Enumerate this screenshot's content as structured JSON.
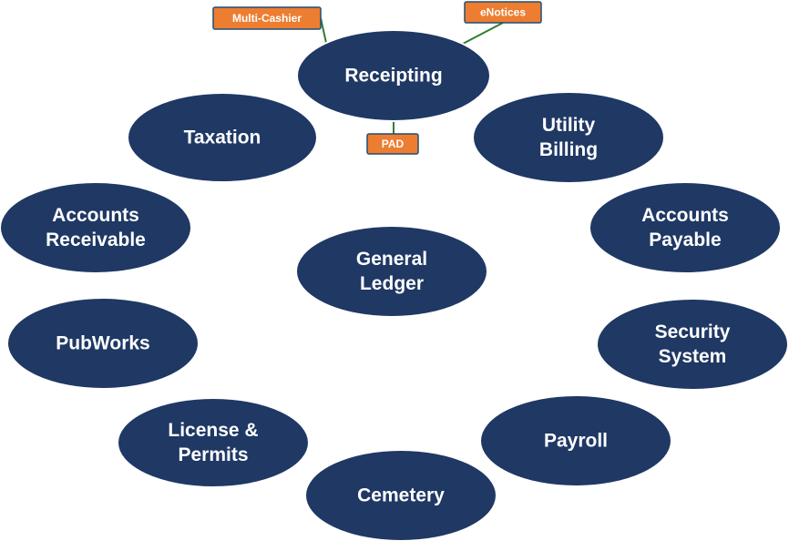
{
  "modules": [
    {
      "id": "receipting",
      "lines": [
        "Receipting"
      ]
    },
    {
      "id": "taxation",
      "lines": [
        "Taxation"
      ]
    },
    {
      "id": "utility-billing",
      "lines": [
        "Utility",
        "Billing"
      ]
    },
    {
      "id": "accounts-receivable",
      "lines": [
        "Accounts",
        "Receivable"
      ]
    },
    {
      "id": "accounts-payable",
      "lines": [
        "Accounts",
        "Payable"
      ]
    },
    {
      "id": "general-ledger",
      "lines": [
        "General",
        "Ledger"
      ]
    },
    {
      "id": "pubworks",
      "lines": [
        "PubWorks"
      ]
    },
    {
      "id": "security-system",
      "lines": [
        "Security",
        "System"
      ]
    },
    {
      "id": "license-permits",
      "lines": [
        "License &",
        "Permits"
      ]
    },
    {
      "id": "payroll",
      "lines": [
        "Payroll"
      ]
    },
    {
      "id": "cemetery",
      "lines": [
        "Cemetery"
      ]
    }
  ],
  "tags": [
    {
      "id": "multi-cashier",
      "label": "Multi-Cashier",
      "attached_to": "receipting"
    },
    {
      "id": "enotices",
      "label": "eNotices",
      "attached_to": "receipting"
    },
    {
      "id": "pad",
      "label": "PAD",
      "attached_to": "receipting"
    }
  ],
  "colors": {
    "module_fill": "#1f3864",
    "module_text": "#ffffff",
    "tag_fill": "#ed7d31",
    "tag_border": "#1f4e79",
    "connector": "#2e7d32"
  }
}
